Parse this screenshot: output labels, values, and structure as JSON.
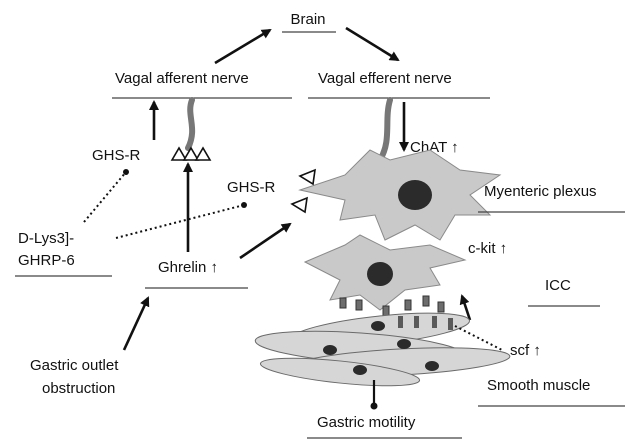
{
  "labels": {
    "brain": "Brain",
    "vagal_afferent": "Vagal afferent nerve",
    "vagal_efferent": "Vagal efferent nerve",
    "chat": "ChAT ↑",
    "ghsr_left": "GHS-R",
    "ghsr_center": "GHS-R",
    "myenteric": "Myenteric plexus",
    "antagonist_line1": "D-Lys3]-",
    "antagonist_line2": "GHRP-6",
    "ghrelin": "Ghrelin ↑",
    "ckit": "c-kit ↑",
    "icc": "ICC",
    "scf": "scf ↑",
    "gastric_outlet_line1": "Gastric outlet",
    "gastric_outlet_line2": "obstruction",
    "smooth_muscle": "Smooth muscle",
    "gastric_motility": "Gastric motility"
  }
}
